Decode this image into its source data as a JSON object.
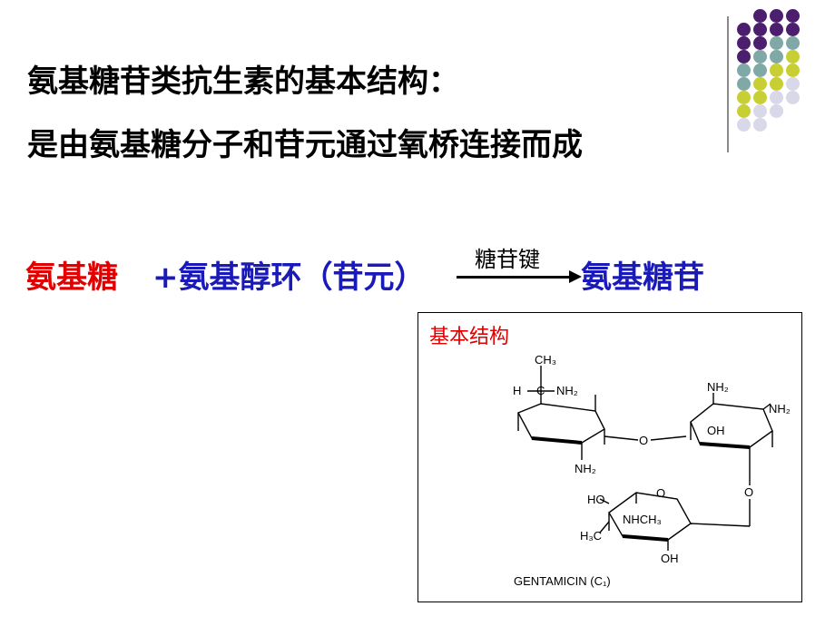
{
  "heading": {
    "line1": "氨基糖苷类抗生素的基本结构：",
    "line2": "是由氨基糖分子和苷元通过氧桥连接而成"
  },
  "reaction": {
    "reactant_a": "氨基糖",
    "reactant_b": "+氨基醇环（苷元）",
    "bond_label": "糖苷键",
    "product": "氨基糖苷"
  },
  "structure": {
    "box_label": "基本结构",
    "caption": "GENTAMICIN (C₁)",
    "labels": {
      "ch3": "CH₃",
      "h": "H",
      "c": "C",
      "nh2_top": "NH₂",
      "nh2_bottom": "NH₂",
      "nh2_right1": "NH₂",
      "nh2_right2": "NH₂",
      "oh_mid": "OH",
      "o_link1": "O",
      "o_link2": "O",
      "ho": "HO",
      "o_ring": "O",
      "nhch3": "NHCH₃",
      "h3c": "H₃C",
      "oh_bottom": "OH"
    }
  },
  "colors": {
    "red": "#e00000",
    "blue": "#1a1ab8",
    "purple": "#4b1f6e",
    "teal": "#7fa8a6",
    "olive": "#c8cf35",
    "lavender": "#d8d8e8"
  }
}
